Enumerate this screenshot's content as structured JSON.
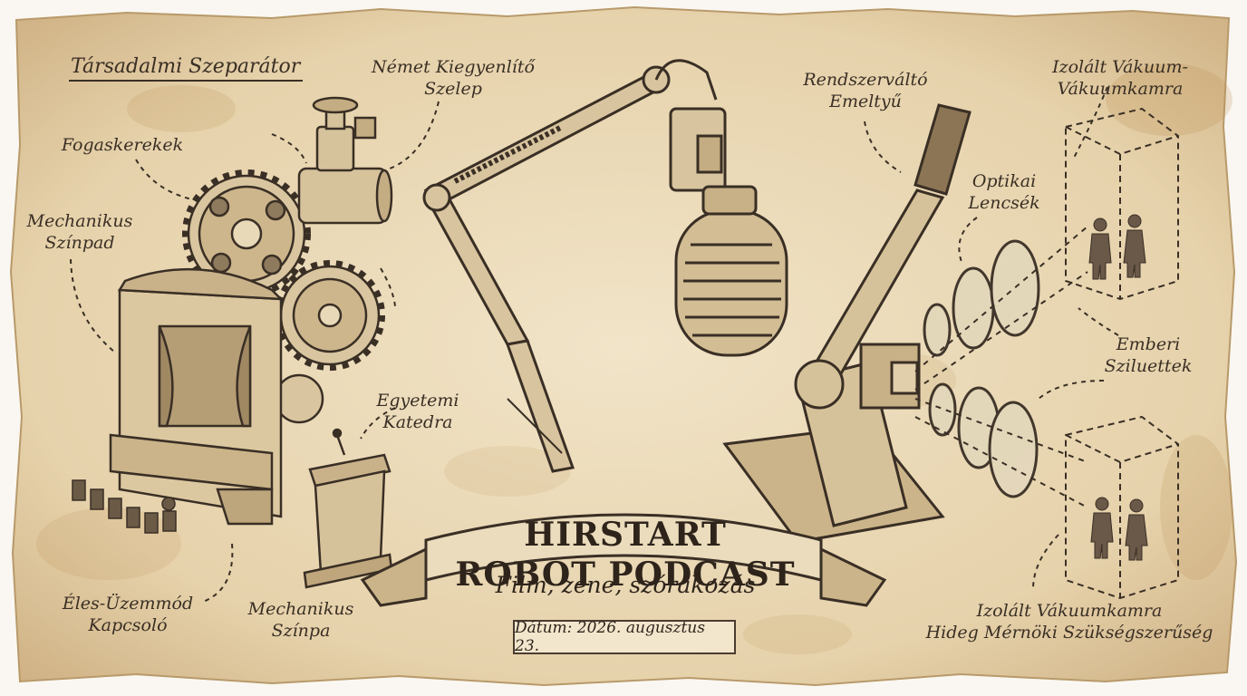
{
  "header": {
    "heading": "Társadalmi Szeparátor"
  },
  "banner": {
    "title": "HIRSTART ROBOT PODCAST",
    "subtitle": "Film, zene, szórakozás",
    "date": "Dátum: 2026. augusztus 23."
  },
  "annotations": {
    "gears": "Fogaskerekek",
    "valve": [
      "Német Kiegyenlítő",
      "Szelep"
    ],
    "stage": [
      "Mechanikus",
      "Színpad"
    ],
    "lectern": [
      "Egyetemi",
      "Katedra"
    ],
    "switch": [
      "Éles-Üzemmód",
      "Kapcsoló"
    ],
    "stage_small": [
      "Mechanikus",
      "Színpa"
    ],
    "lever": [
      "Rendszerváltó",
      "Emeltyű"
    ],
    "lenses": [
      "Optikai",
      "Lencsék"
    ],
    "chamber_top": [
      "Izolált Vákuum-",
      "Vákuumkamra"
    ],
    "silhouettes": [
      "Emberi",
      "Sziluettek"
    ],
    "chamber_bottom": [
      "Izolált Vákuumkamra",
      "Hideg Mérnöki Szükségszerűség"
    ]
  },
  "colors": {
    "paper": "#ead9b8",
    "paper_edge": "#c9ad7e",
    "stain": "#b98b4e",
    "ink": "#3a2f25"
  },
  "icons": {
    "gears": "gears-illustration",
    "valve": "valve-illustration",
    "stage": "stage-illustration",
    "lectern": "lectern-illustration",
    "microphone": "microphone-illustration",
    "boom_arm": "boom-arm-illustration",
    "lever": "lever-illustration",
    "lenses": "lens-illustration",
    "chamber": "vacuum-chamber-illustration",
    "silhouette": "human-silhouette-illustration",
    "banner": "ribbon-banner"
  }
}
